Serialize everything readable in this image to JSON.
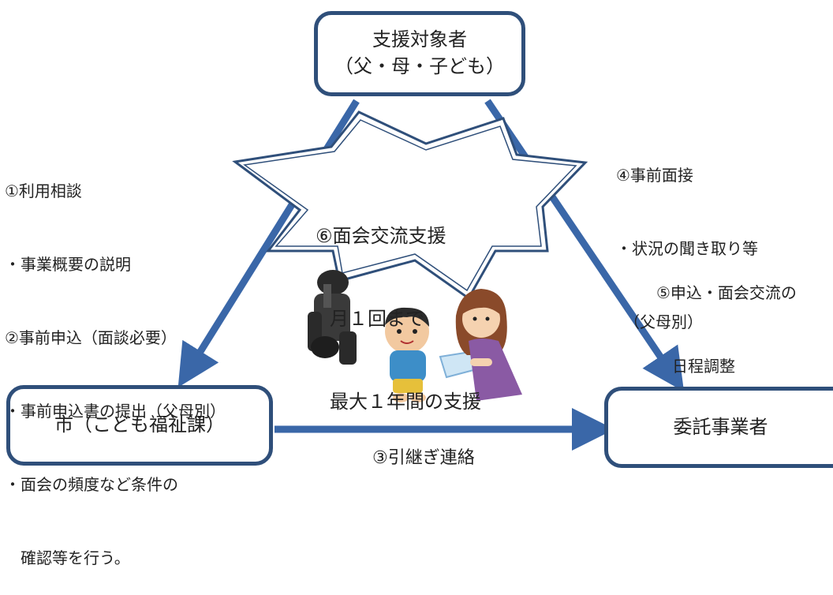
{
  "top_box": {
    "line1": "支援対象者",
    "line2": "（父・母・子ども）"
  },
  "left_box": {
    "label": "市（こども福祉課）"
  },
  "right_box": {
    "label": "委託事業者"
  },
  "left_notes": [
    "①利用相談",
    "・事業概要の説明",
    "②事前申込（面談必要）",
    "・事前申込書の提出（父母別）",
    "・面会の頻度など条件の",
    "　確認等を行う。"
  ],
  "right_top_notes": [
    "④事前面接",
    "・状況の聞き取り等",
    "　（父母別）"
  ],
  "right_bottom_notes": [
    "⑤申込・面会交流の",
    "　日程調整"
  ],
  "star": {
    "line1": "⑥面会交流支援",
    "line2": "月１回まで",
    "line3": "最大１年間の支援"
  },
  "handover": {
    "label": "③引継ぎ連絡"
  },
  "colors": {
    "arrow": "#3a67a8",
    "box_border": "#2f4f7a",
    "star_fill": "#ffffff",
    "star_stroke": "#2f4f7a"
  },
  "illustration": {
    "description_icon": "mother-child-visitation-illustration"
  }
}
